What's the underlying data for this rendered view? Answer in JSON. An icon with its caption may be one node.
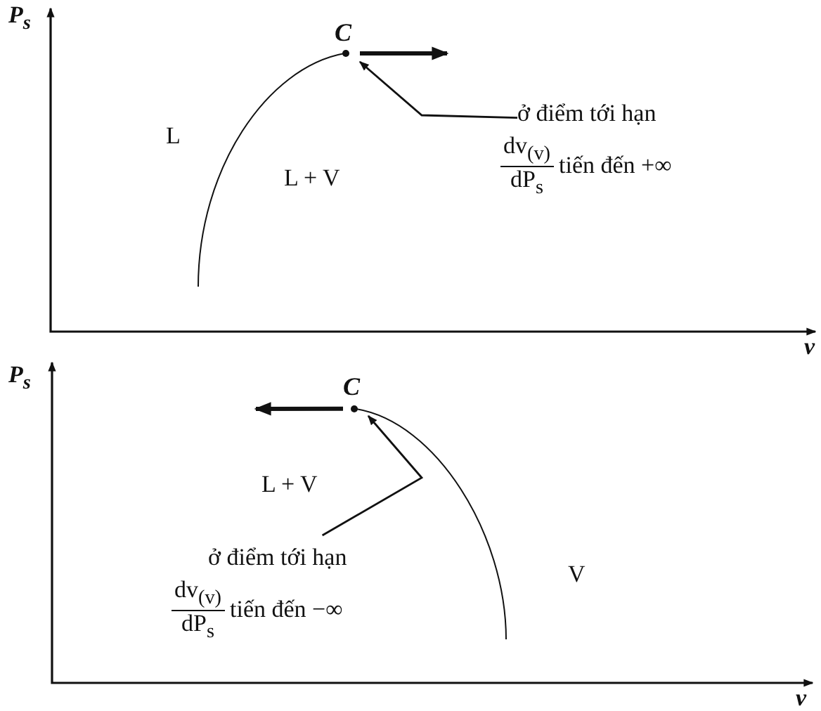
{
  "diagram": {
    "nodes": [
      {
        "text": [
          "C"
        ]
      },
      {
        "text": [
          "ở điểm tới hạn",
          "dv$_{(v)}$",
          "dP$_{s}$",
          "tiến đến +∞"
        ]
      },
      {
        "text": [
          "C"
        ]
      },
      {
        "text": [
          "ở điểm tới hạn",
          "dv$_{(v)}$",
          "dP$_{s}$",
          "tiến đến −∞"
        ]
      }
    ],
    "edges": [
      {
        "from": 1,
        "to": 0,
        "arrow": "to"
      },
      {
        "from": 0,
        "to": null,
        "arrow": "to",
        "style": "thick"
      },
      {
        "from": 3,
        "to": 2,
        "arrow": "to"
      },
      {
        "from": 2,
        "to": null,
        "arrow": "to",
        "style": "thick"
      }
    ],
    "labels": [
      "P$_{s}$",
      "L",
      "L + V",
      "v",
      "P$_{s}$",
      "L + V",
      "V",
      "v"
    ]
  }
}
